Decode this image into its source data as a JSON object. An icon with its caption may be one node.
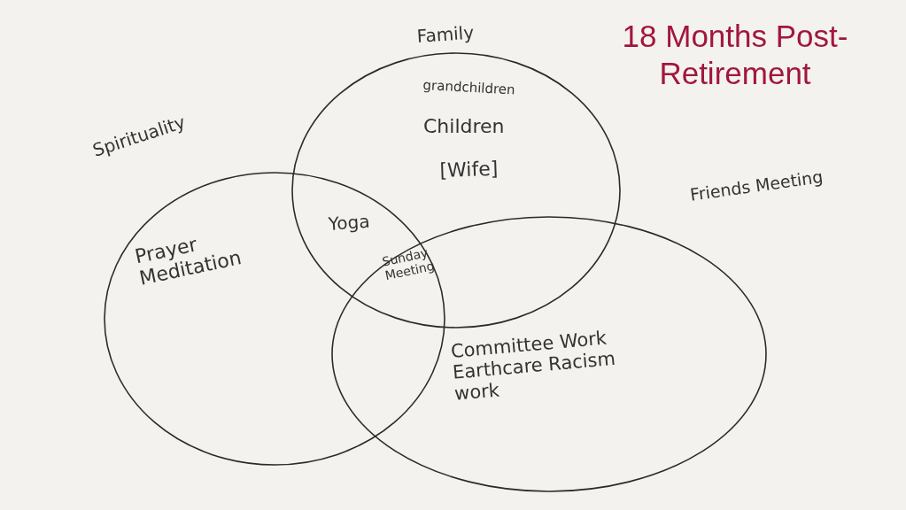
{
  "diagram": {
    "title": "18 Months Post-Retirement",
    "nodes": [
      {
        "text": [
          "Family",
          "grandchildren",
          "Children",
          "[Wife]"
        ]
      },
      {
        "text": [
          "Spirituality",
          "Prayer Meditation"
        ]
      },
      {
        "text": [
          "Friends Meeting",
          "Committee Work Earthcare Racism work"
        ]
      }
    ],
    "edges": [],
    "labels": [
      "Yoga",
      "Sunday Meeting"
    ]
  }
}
